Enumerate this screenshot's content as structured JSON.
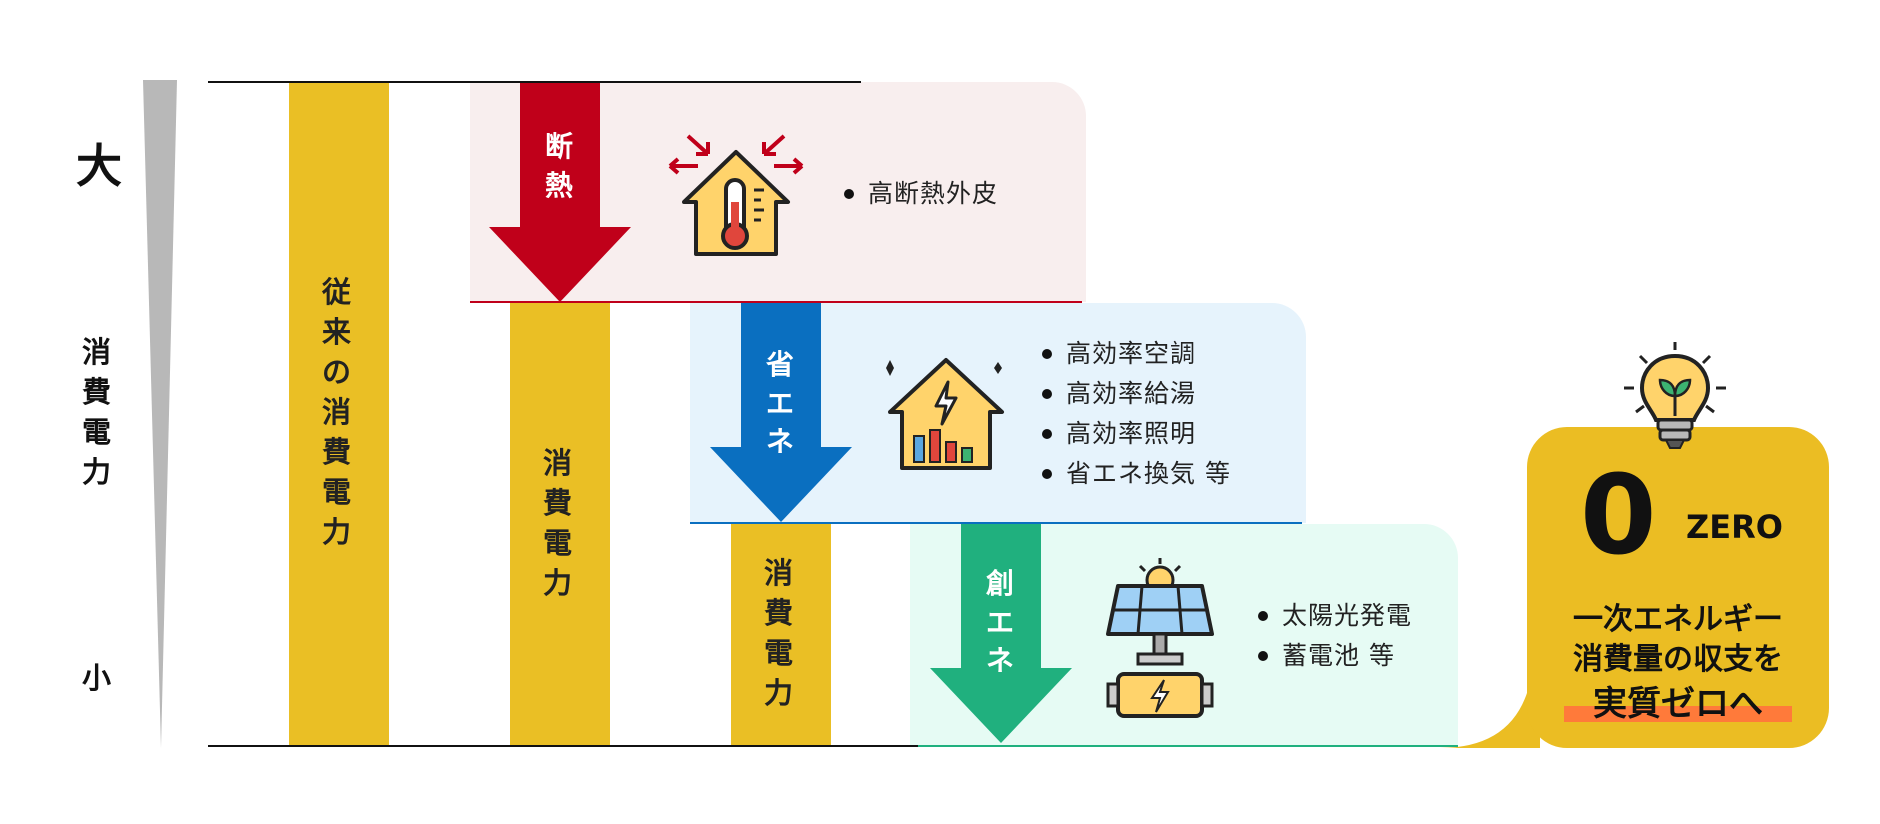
{
  "scale": {
    "top_label": "大",
    "middle_label": [
      "消",
      "費",
      "電",
      "力"
    ],
    "bottom_label": "小"
  },
  "bars": {
    "conventional": [
      "従",
      "来",
      "の",
      "消",
      "費",
      "電",
      "力"
    ],
    "after_insulation": [
      "消",
      "費",
      "電",
      "力"
    ],
    "after_saving": [
      "消",
      "費",
      "電",
      "力"
    ]
  },
  "steps": {
    "insulation": {
      "label": [
        "断",
        "熱"
      ],
      "items": [
        "高断熱外皮"
      ],
      "color": "#c0001a",
      "panel_color": "#f8eeee",
      "icon": "house-thermometer-icon"
    },
    "energy_saving": {
      "label": [
        "省",
        "エ",
        "ネ"
      ],
      "items": [
        "高効率空調",
        "高効率給湯",
        "高効率照明",
        "省エネ換気 等"
      ],
      "color": "#0a6fc0",
      "panel_color": "#e6f3fc",
      "icon": "house-energy-chart-icon"
    },
    "energy_creation": {
      "label": [
        "創",
        "エ",
        "ネ"
      ],
      "items": [
        "太陽光発電",
        "蓄電池 等"
      ],
      "color": "#20b07e",
      "panel_color": "#e6fbf4",
      "icon": "solar-panel-battery-icon"
    }
  },
  "result": {
    "zero_symbol": "0",
    "zero_word": "ZERO",
    "line1": "一次エネルギー",
    "line2": "消費量の収支を",
    "line3": "実質ゼロへ",
    "box_color": "#ebbd23",
    "underline_color": "#ff7a3a",
    "icon": "lightbulb-leaf-icon"
  }
}
